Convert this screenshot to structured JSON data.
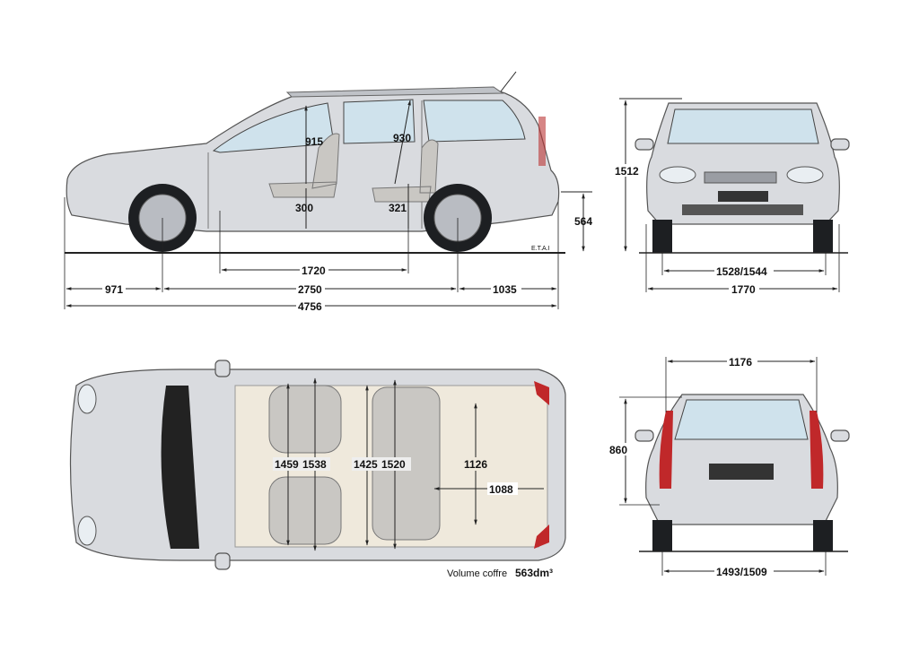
{
  "side_view": {
    "front_headroom": "915",
    "rear_headroom": "930",
    "front_seat_height": "300",
    "rear_seat_height": "321",
    "ground_to_sill_rear": "564",
    "interior_length": "1720",
    "front_overhang": "971",
    "wheelbase": "2750",
    "rear_overhang": "1035",
    "overall_length": "4756",
    "credit": "E.T.A.I"
  },
  "front_view": {
    "height": "1512",
    "front_track": "1528/1544",
    "overall_width": "1770"
  },
  "top_view": {
    "front_elbow_width": "1459",
    "front_shoulder_width": "1538",
    "rear_elbow_width": "1425",
    "rear_shoulder_width": "1520",
    "boot_width": "1126",
    "boot_length": "1088",
    "boot_volume_label": "Volume coffre",
    "boot_volume_value": "563dm³"
  },
  "rear_view": {
    "tailgate_width": "1176",
    "tailgate_height": "860",
    "rear_track": "1493/1509"
  },
  "colors": {
    "body": "#d9dbdf",
    "glass": "#cfe2ec",
    "interior": "#efe9dc",
    "taillight": "#c0282a"
  }
}
